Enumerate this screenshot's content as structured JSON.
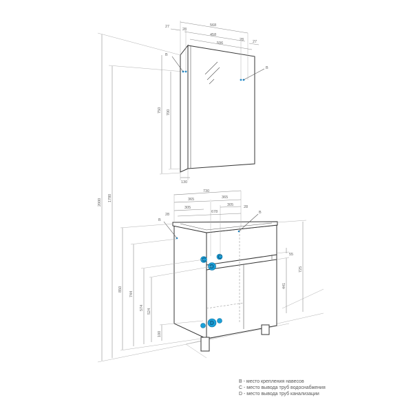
{
  "mirror": {
    "dims": {
      "total_width": "568",
      "width_inner": "458",
      "front_width": "596",
      "left_offset": "27",
      "left_mount": "28",
      "right_mount": "28",
      "right_offset": "27",
      "height_total": "750",
      "height_mount": "700",
      "depth": "130"
    },
    "mount_label_left": "B",
    "mount_label_right": "B"
  },
  "cabinet": {
    "dims": {
      "width": "730",
      "half_left": "365",
      "half_right": "365",
      "pipe_left": "305",
      "pipe_right": "305",
      "mount_span": "678",
      "mount_left": "28",
      "mount_right": "28",
      "height": "850",
      "mount_height": "744",
      "pipe_c_height": "574",
      "pipe_d_height": "524",
      "pipe_bottom_height": "100",
      "drawer_gap": "55",
      "door_height": "441",
      "side_height": "725"
    },
    "mount_label_left": "B",
    "mount_label_right": "B",
    "pipe_labels": {
      "water": "C",
      "sewer": "D"
    }
  },
  "overall": {
    "height_2000": "2000",
    "height_1780": "1780"
  },
  "colors": {
    "mount_point": "#1a86c8",
    "pipe_marker": "#1aa0d8"
  },
  "legend": [
    "B - место крепления навесов",
    "C - место вывода труб водоснабжения",
    "D - место вывода труб канализации"
  ]
}
